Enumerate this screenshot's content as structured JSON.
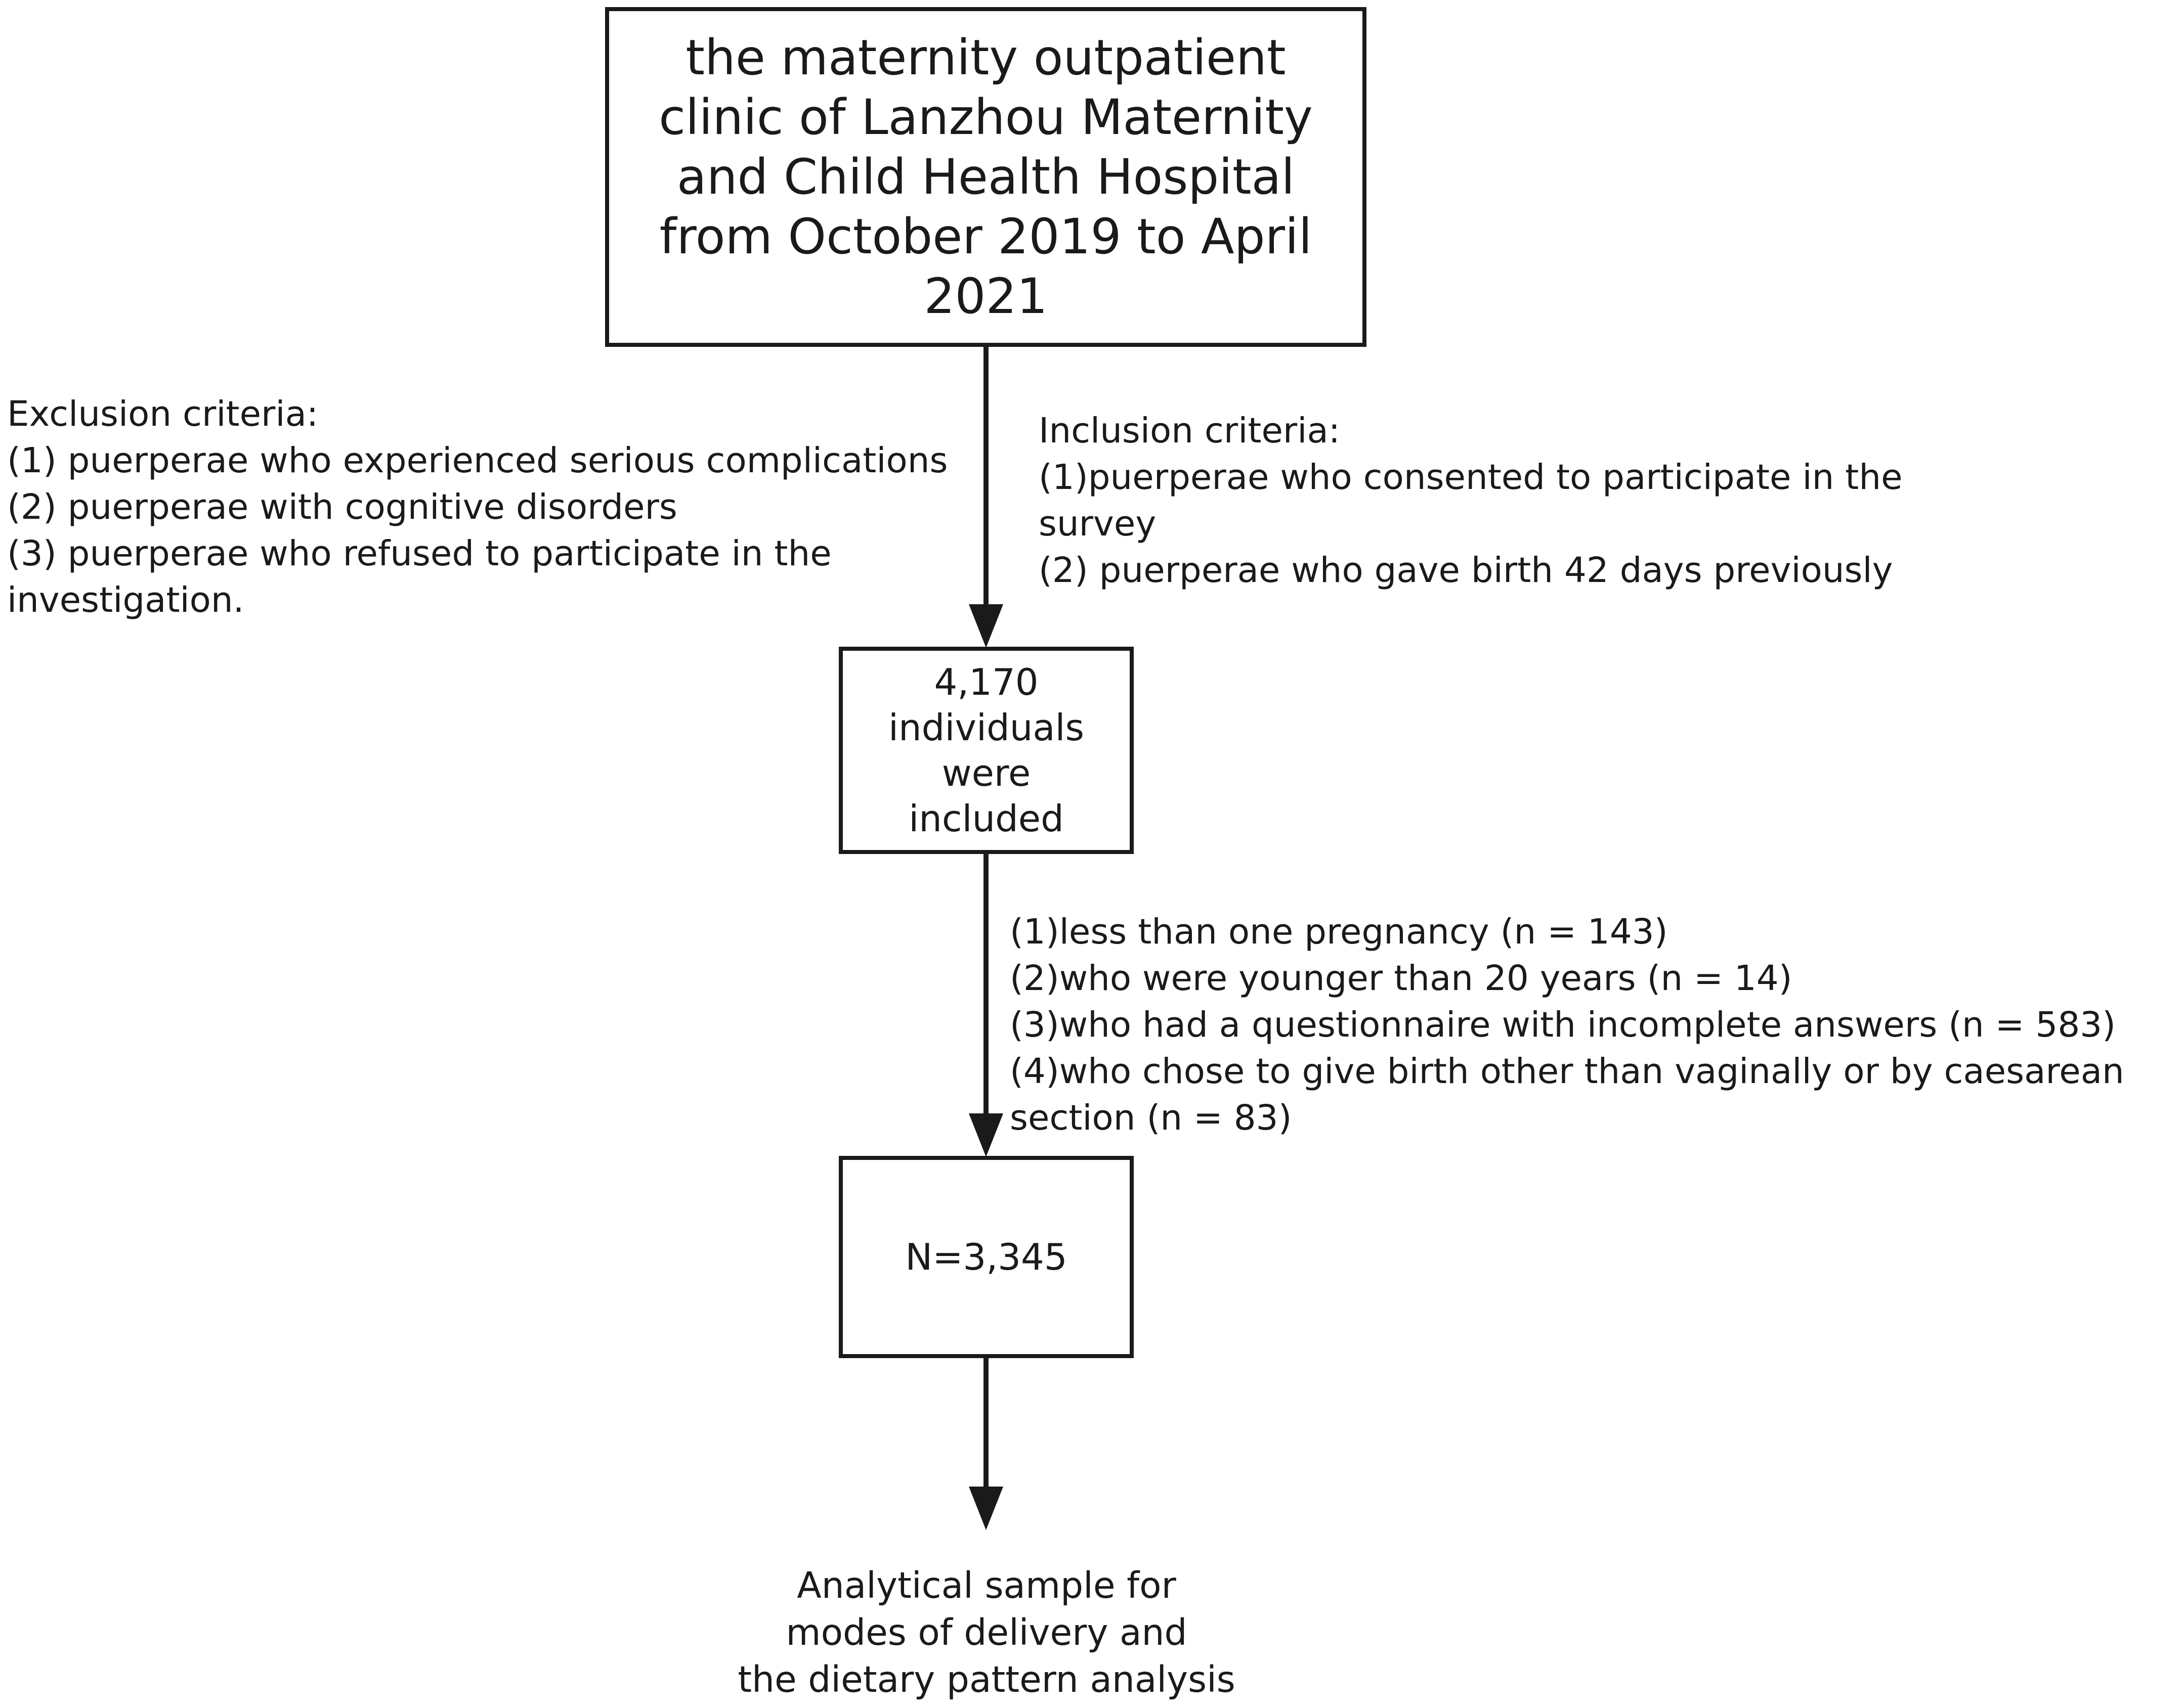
{
  "source_box": {
    "text": "the maternity outpatient\nclinic of Lanzhou Maternity\nand Child Health Hospital\nfrom October 2019 to April\n2021"
  },
  "exclusion_criteria": {
    "heading": "Exclusion criteria:",
    "items": [
      "(1) puerperae who experienced serious complications",
      "(2) puerperae with cognitive disorders",
      "(3) puerperae who refused to participate in the",
      "investigation."
    ]
  },
  "inclusion_criteria": {
    "heading": "Inclusion criteria:",
    "items": [
      "(1)puerperae who consented to participate in the",
      "survey",
      "(2) puerperae who gave birth 42 days previously"
    ]
  },
  "included_box": {
    "text": "4,170\nindividuals\nwere\nincluded"
  },
  "removed_criteria": {
    "items": [
      "(1)less than one pregnancy (n = 143)",
      "(2)who were younger than 20 years (n = 14)",
      "(3)who had a questionnaire with incomplete answers (n = 583)",
      "(4)who chose to give birth other than vaginally or by caesarean",
      "section (n = 83)"
    ]
  },
  "final_box": {
    "text": "N=3,345"
  },
  "analytical_sample": {
    "text": "Analytical sample  for\nmodes of delivery and\nthe dietary pattern analysis"
  },
  "colors": {
    "line": "#1a1a1a",
    "background": "#ffffff"
  }
}
